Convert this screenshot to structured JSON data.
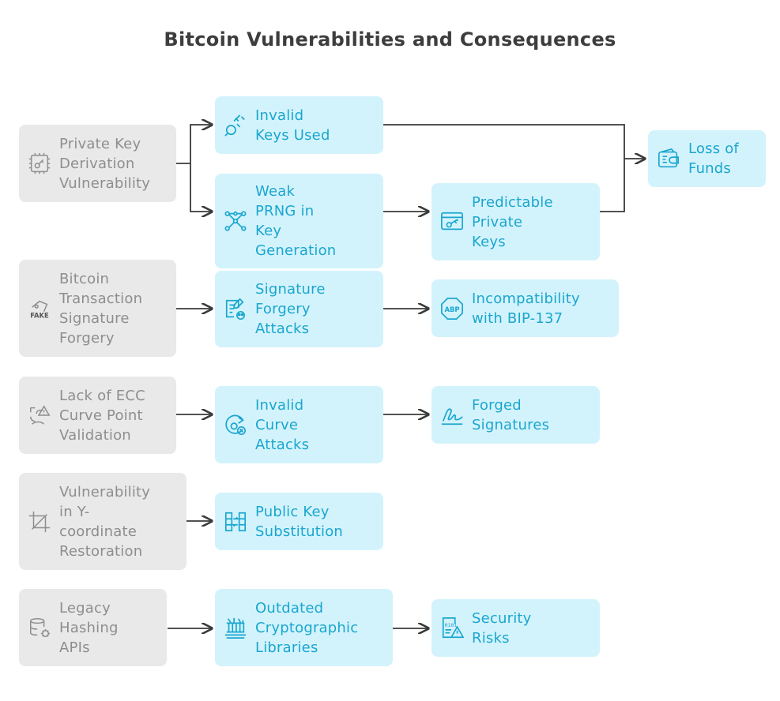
{
  "title": "Bitcoin Vulnerabilities and Consequences",
  "colors": {
    "source_bg": "#e9e9e9",
    "source_text": "#8e8e8e",
    "effect_bg": "#d3f3fc",
    "effect_text": "#1aa6cf",
    "connector": "#3a3a3a"
  },
  "nodes": {
    "private_key_derivation": {
      "label": "Private Key\nDerivation\nVulnerability",
      "icon": "key-derivation-icon"
    },
    "bitcoin_tx_signature_forgery": {
      "label": "Bitcoin\nTransaction\nSignature\nForgery",
      "icon": "fake-document-icon",
      "icon_text": "FAKE"
    },
    "lack_of_ecc_validation": {
      "label": "Lack of ECC\nCurve Point\nValidation",
      "icon": "curve-warning-icon"
    },
    "y_coordinate_restoration": {
      "label": "Vulnerability\nin Y-\ncoordinate\nRestoration",
      "icon": "crop-icon"
    },
    "legacy_hashing_apis": {
      "label": "Legacy\nHashing\nAPIs",
      "icon": "database-bug-icon"
    },
    "invalid_keys_used": {
      "label": "Invalid\nKeys Used",
      "icon": "key-icon"
    },
    "weak_prng": {
      "label": "Weak\nPRNG in\nKey\nGeneration",
      "icon": "random-network-icon"
    },
    "signature_forgery_attacks": {
      "label": "Signature\nForgery\nAttacks",
      "icon": "document-skull-icon"
    },
    "invalid_curve_attacks": {
      "label": "Invalid\nCurve\nAttacks",
      "icon": "curve-cancel-icon"
    },
    "public_key_substitution": {
      "label": "Public Key\nSubstitution",
      "icon": "swap-columns-icon"
    },
    "outdated_crypto_libraries": {
      "label": "Outdated\nCryptographic\nLibraries",
      "icon": "library-icon"
    },
    "predictable_private_keys": {
      "label": "Predictable\nPrivate\nKeys",
      "icon": "window-key-icon"
    },
    "incompatibility_bip137": {
      "label": "Incompatibility\nwith BIP-137",
      "icon": "abp-badge-icon",
      "icon_text": "ABP"
    },
    "forged_signatures": {
      "label": "Forged\nSignatures",
      "icon": "signature-icon"
    },
    "security_risks": {
      "label": "Security\nRisks",
      "icon": "binary-warning-icon",
      "icon_text": "0101"
    },
    "loss_of_funds": {
      "label": "Loss of\nFunds",
      "icon": "wallet-icon"
    }
  }
}
